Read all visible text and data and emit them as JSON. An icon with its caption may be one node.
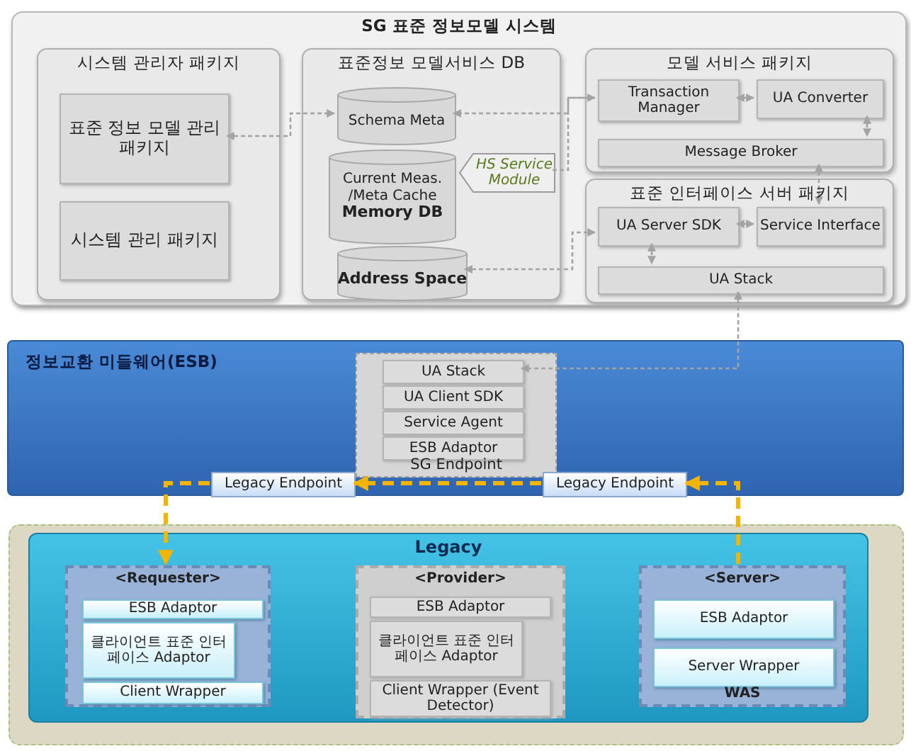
{
  "diagram": {
    "nodes": [
      {
        "text": [
          "SG 표준 정보모델 시스템"
        ]
      },
      {
        "text": [
          "시스템 관리자 패키지"
        ],
        "in": 0
      },
      {
        "text": [
          "표준 정보 모델 관리 패키지"
        ],
        "in": 1
      },
      {
        "text": [
          "시스템 관리 패키지"
        ],
        "in": 1
      },
      {
        "text": [
          "표준정보 모델서비스 DB"
        ],
        "in": 0
      },
      {
        "text": [
          "Schema Meta"
        ],
        "in": 4
      },
      {
        "text": [
          "Current Meas. /Meta Cache",
          "Memory DB"
        ],
        "in": 4
      },
      {
        "text": [
          "Address Space"
        ],
        "in": 4
      },
      {
        "text": [
          "HS Service Module"
        ],
        "in": 4
      },
      {
        "text": [
          "모델 서비스 패키지"
        ],
        "in": 0
      },
      {
        "text": [
          "Transaction Manager"
        ],
        "in": 9
      },
      {
        "text": [
          "UA Converter"
        ],
        "in": 9
      },
      {
        "text": [
          "Message Broker"
        ],
        "in": 9
      },
      {
        "text": [
          "표준 인터페이스 서버 패키지"
        ],
        "in": 0
      },
      {
        "text": [
          "UA Server SDK"
        ],
        "in": 13
      },
      {
        "text": [
          "Service Interface"
        ],
        "in": 13
      },
      {
        "text": [
          "UA Stack"
        ],
        "in": 13
      },
      {
        "text": [
          "정보교환 미들웨어(ESB)"
        ]
      },
      {
        "text": [
          "SG Endpoint"
        ],
        "in": 17
      },
      {
        "text": [
          "UA Stack"
        ],
        "in": 18
      },
      {
        "text": [
          "UA Client SDK"
        ],
        "in": 18
      },
      {
        "text": [
          "Service Agent"
        ],
        "in": 18
      },
      {
        "text": [
          "ESB Adaptor"
        ],
        "in": 18
      },
      {
        "text": [
          "Legacy Endpoint"
        ],
        "in": 17
      },
      {
        "text": [
          "Legacy Endpoint"
        ],
        "in": 17
      },
      {
        "text": [
          "Legacy"
        ]
      },
      {
        "text": [
          "<Requester>"
        ],
        "in": 25
      },
      {
        "text": [
          "ESB Adaptor"
        ],
        "in": 26
      },
      {
        "text": [
          "클라이언트 표준 인터페이스 Adaptor"
        ],
        "in": 26
      },
      {
        "text": [
          "Client Wrapper"
        ],
        "in": 26
      },
      {
        "text": [
          "<Provider>"
        ],
        "in": 25
      },
      {
        "text": [
          "ESB Adaptor"
        ],
        "in": 30
      },
      {
        "text": [
          "클라이언트 표준 인터페이스 Adaptor"
        ],
        "in": 30
      },
      {
        "text": [
          "Client Wrapper (Event Detector)"
        ],
        "in": 30
      },
      {
        "text": [
          "<Server>",
          "WAS"
        ],
        "in": 25
      },
      {
        "text": [
          "ESB Adaptor"
        ],
        "in": 34
      },
      {
        "text": [
          "Server Wrapper"
        ],
        "in": 34
      }
    ],
    "edges": [
      {
        "from": 2,
        "to": 5,
        "arrow": "both",
        "style": "dashed"
      },
      {
        "from": 10,
        "to": 5,
        "arrow": "both",
        "style": "dashed"
      },
      {
        "from": 8,
        "to": 10,
        "arrow": "none",
        "style": "dashed"
      },
      {
        "from": 14,
        "to": 7,
        "arrow": "both",
        "style": "dashed"
      },
      {
        "from": 10,
        "to": 11,
        "arrow": "both",
        "style": "dashed"
      },
      {
        "from": 11,
        "to": 12,
        "arrow": "both",
        "style": "dashed"
      },
      {
        "from": 12,
        "to": 15,
        "arrow": "both",
        "style": "dashed"
      },
      {
        "from": 14,
        "to": 15,
        "arrow": "both",
        "style": "dashed"
      },
      {
        "from": 14,
        "to": 16,
        "arrow": "both",
        "style": "dashed"
      },
      {
        "from": 16,
        "to": 19,
        "arrow": "both",
        "style": "dashed"
      },
      {
        "from": 34,
        "to": 24,
        "arrow": "to",
        "style": "dashed",
        "color": "#f5b400"
      },
      {
        "from": 24,
        "to": 23,
        "arrow": "to",
        "style": "dashed",
        "color": "#f5b400"
      },
      {
        "from": 23,
        "to": 26,
        "arrow": "to",
        "style": "dashed",
        "color": "#f5b400"
      }
    ]
  }
}
